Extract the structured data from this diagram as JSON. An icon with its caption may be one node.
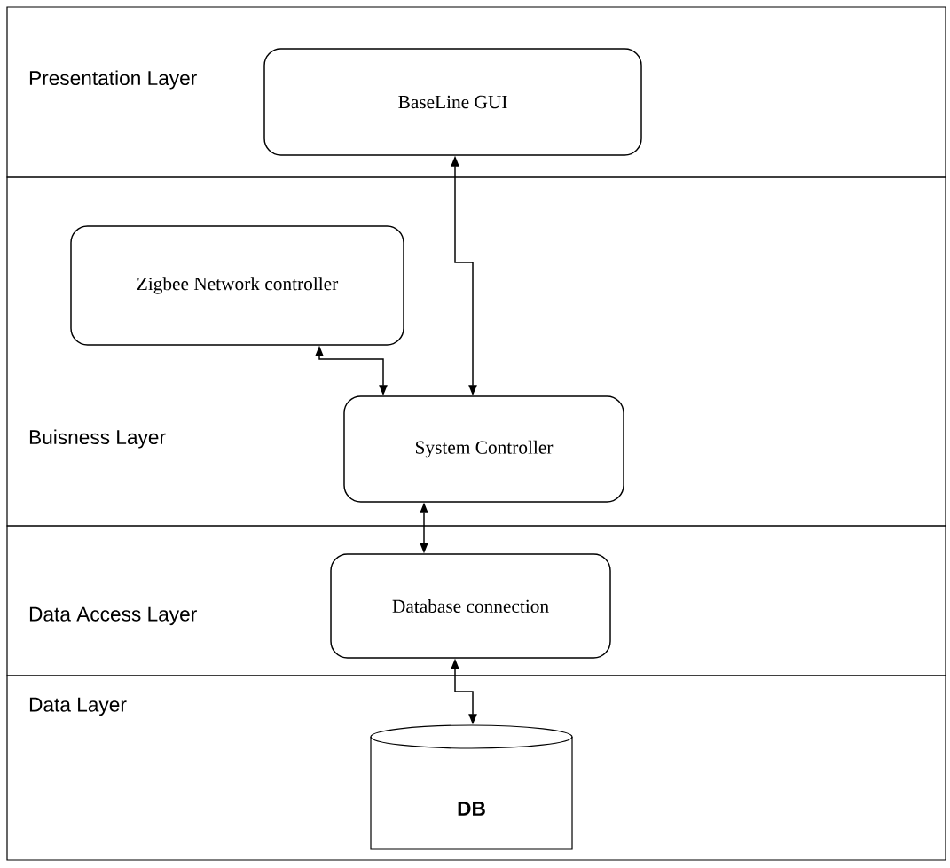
{
  "diagram": {
    "nodes": [
      {
        "text": [
          "Presentation Layer"
        ]
      },
      {
        "text": [
          "BaseLine GUI"
        ],
        "in": 0
      },
      {
        "text": [
          "Buisness Layer"
        ]
      },
      {
        "text": [
          "Zigbee Network controller"
        ],
        "in": 2
      },
      {
        "text": [
          "System Controller"
        ],
        "in": 2
      },
      {
        "text": [
          "Data Access Layer"
        ]
      },
      {
        "text": [
          "Database connection"
        ],
        "in": 5
      },
      {
        "text": [
          "Data Layer"
        ]
      },
      {
        "text": [
          "DB"
        ],
        "in": 7
      }
    ],
    "edges": [
      {
        "from": 1,
        "to": 4,
        "arrow": "both"
      },
      {
        "from": 3,
        "to": 4,
        "arrow": "both"
      },
      {
        "from": 4,
        "to": 6,
        "arrow": "both"
      },
      {
        "from": 6,
        "to": 8,
        "arrow": "both"
      }
    ]
  }
}
